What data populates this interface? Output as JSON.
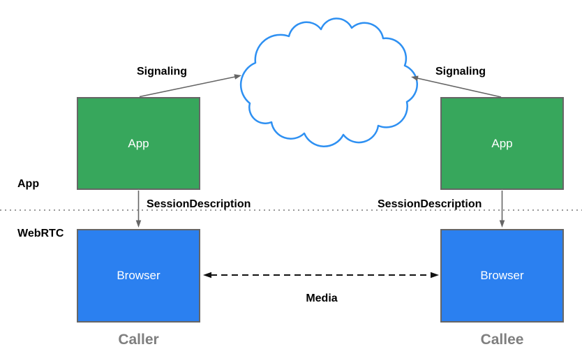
{
  "diagram": {
    "title": "webrtc-signaling-architecture",
    "nodes": {
      "caller_app": {
        "label": "App"
      },
      "callee_app": {
        "label": "App"
      },
      "caller_browser": {
        "label": "Browser"
      },
      "callee_browser": {
        "label": "Browser"
      }
    },
    "labels": {
      "signaling_left": "Signaling",
      "signaling_right": "Signaling",
      "session_description_left": "SessionDescription",
      "session_description_right": "SessionDescription",
      "media": "Media",
      "layer_app": "App",
      "layer_webrtc": "WebRTC"
    },
    "captions": {
      "caller": "Caller",
      "callee": "Callee"
    },
    "colors": {
      "background": "#ffffff",
      "app_box_fill": "#37a75c",
      "browser_box_fill": "#2b80f0",
      "box_border": "#666666",
      "box_text": "#ffffff",
      "cloud_stroke": "#2e90f2",
      "arrow_gray": "#666666",
      "media_arrow": "#111111",
      "label_text": "#000000",
      "caption_text": "#7f7f7f",
      "divider_dots": "#999999"
    }
  }
}
